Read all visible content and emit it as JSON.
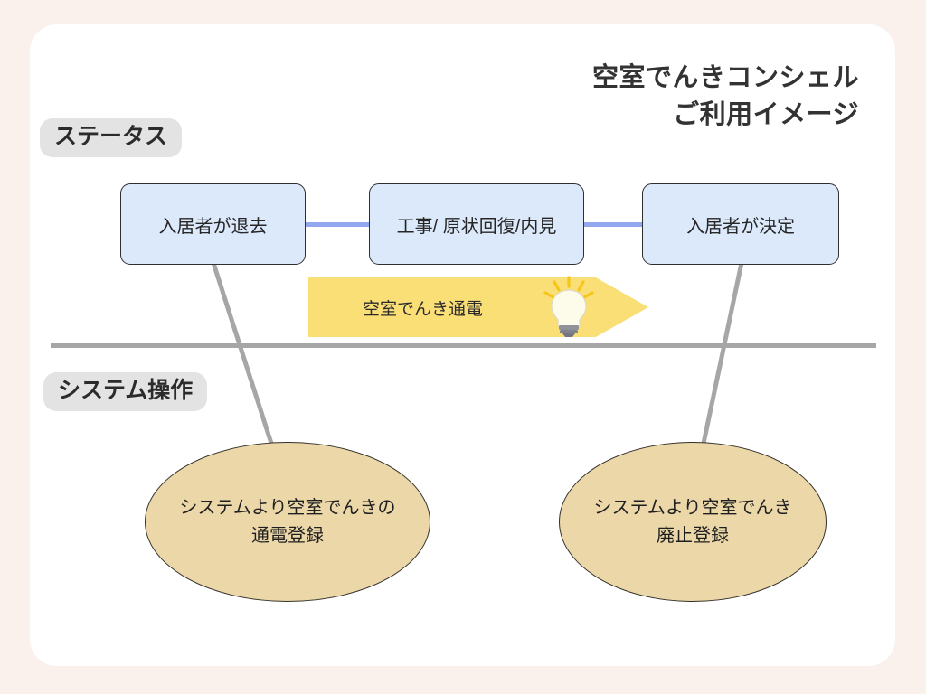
{
  "page": {
    "background_color": "#faf1ec",
    "card_color": "#ffffff",
    "title": "空室でんきコンシェル\nご利用イメージ"
  },
  "sections": {
    "status_badge": "ステータス",
    "system_badge": "システム操作"
  },
  "status_flow": {
    "boxes": [
      {
        "label": "入居者が退去"
      },
      {
        "label": "工事/ 原状回復/内見"
      },
      {
        "label": "入居者が決定"
      }
    ],
    "box_fill": "#dce9fb",
    "connector_color": "#93a7ef"
  },
  "callout": {
    "label": "空室でんき通電",
    "icon": "lightbulb-icon",
    "fill": "#fadf77"
  },
  "system_ops": {
    "nodes": [
      {
        "label": "システムより空室でんきの\n通電登録"
      },
      {
        "label": "システムより空室でんき\n廃止登録"
      }
    ],
    "fill": "#ebd7a8"
  },
  "divider": {
    "color": "#a6a6a6"
  }
}
